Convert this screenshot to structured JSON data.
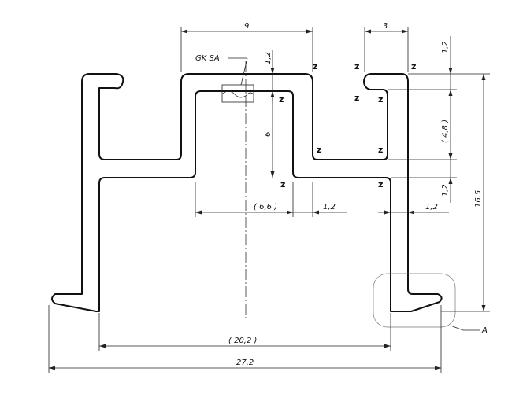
{
  "drawing": {
    "dimensions": {
      "top_width": "9",
      "top_right_width": "3",
      "top_wall": "1,2",
      "right_top_wall": "1,2",
      "inner_height": "6",
      "slot_height": "( 4,8 )",
      "slot_bottom_wall": "1,2",
      "overall_height": "16,5",
      "slot_width": "( 6,6 )",
      "left_wall": "1,2",
      "right_wall": "1,2",
      "inner_span": "( 20,2 )",
      "overall_width": "27,2"
    },
    "labels": {
      "weld_note": "GK SA",
      "detail": "A",
      "z": "z"
    }
  }
}
